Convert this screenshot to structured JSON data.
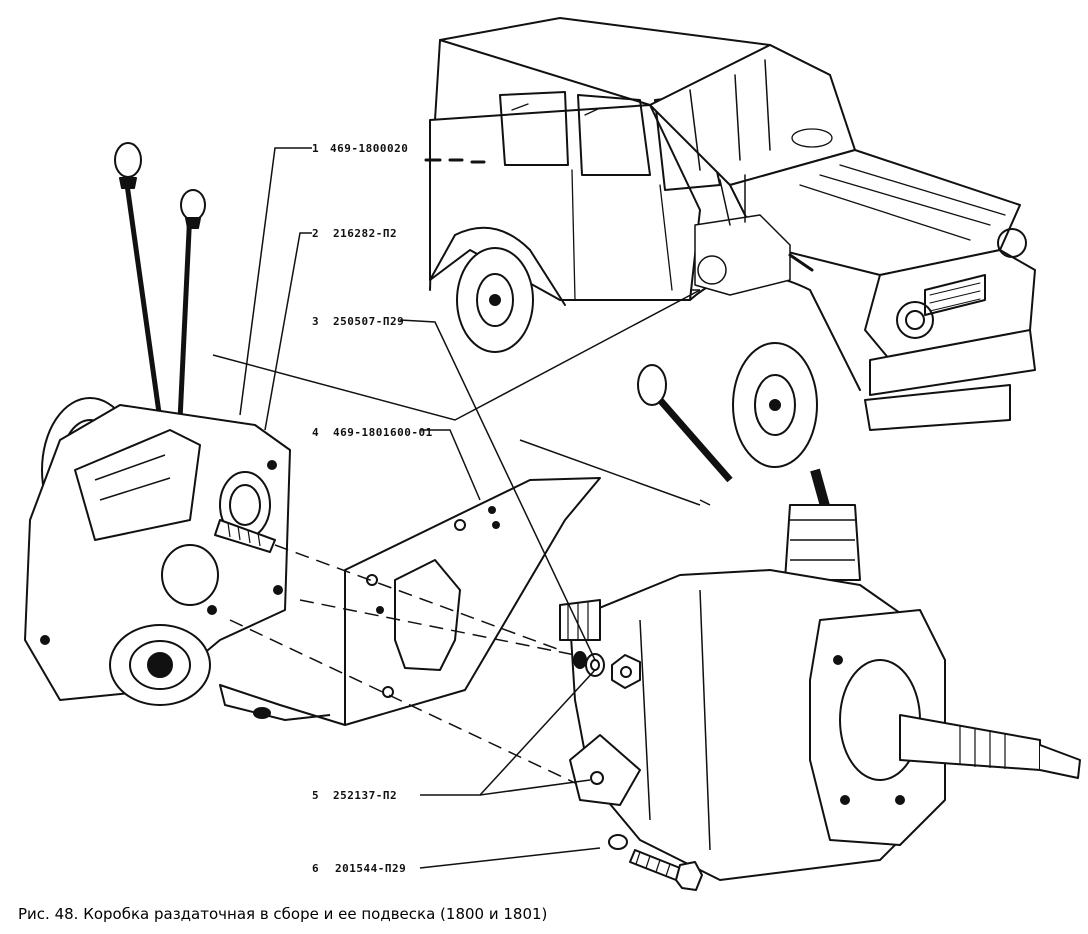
{
  "figure": {
    "caption": "Рис. 48. Коробка раздаточная в сборе и ее подвеска (1800 и 1801)"
  },
  "parts": [
    {
      "number": "1",
      "code": "469-1800020"
    },
    {
      "number": "2",
      "code": "216282-П2"
    },
    {
      "number": "3",
      "code": "250507-П29"
    },
    {
      "number": "4",
      "code": "469-1801600-01"
    },
    {
      "number": "5",
      "code": "252137-П2"
    },
    {
      "number": "6",
      "code": "201544-П29"
    }
  ]
}
